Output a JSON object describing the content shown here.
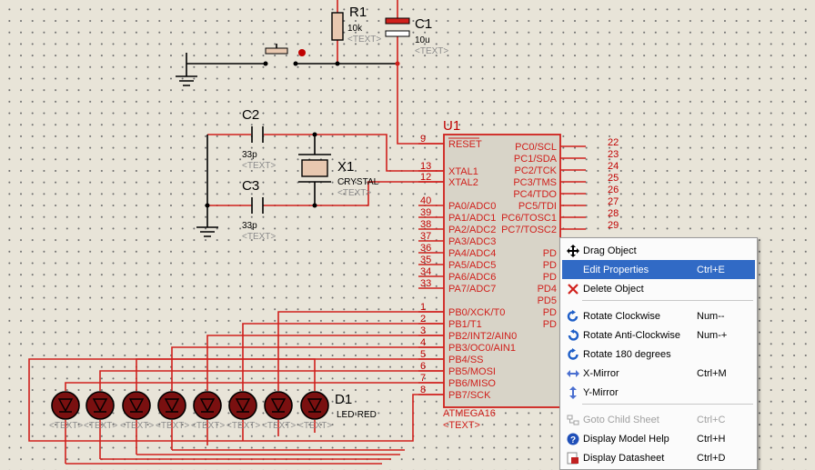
{
  "schematic": {
    "r1": {
      "ref": "R1",
      "value": "10k",
      "text": "<TEXT>"
    },
    "c1": {
      "ref": "C1",
      "value": "10u",
      "text": "<TEXT>"
    },
    "c2": {
      "ref": "C2",
      "value": "33p",
      "text": "<TEXT>"
    },
    "c3": {
      "ref": "C3",
      "value": "33p",
      "text": "<TEXT>"
    },
    "x1": {
      "ref": "X1",
      "value": "CRYSTAL",
      "text": "<TEXT>"
    },
    "d1": {
      "ref": "D1",
      "value": "LED-RED",
      "text": "<TEXT>"
    },
    "u1": {
      "ref": "U1",
      "part": "ATMEGA16",
      "text": "<TEXT>",
      "left_pins": [
        {
          "num": "9",
          "name": "RESET"
        },
        {
          "num": "13",
          "name": "XTAL1"
        },
        {
          "num": "12",
          "name": "XTAL2"
        },
        {
          "num": "40",
          "name": "PA0/ADC0"
        },
        {
          "num": "39",
          "name": "PA1/ADC1"
        },
        {
          "num": "38",
          "name": "PA2/ADC2"
        },
        {
          "num": "37",
          "name": "PA3/ADC3"
        },
        {
          "num": "36",
          "name": "PA4/ADC4"
        },
        {
          "num": "35",
          "name": "PA5/ADC5"
        },
        {
          "num": "34",
          "name": "PA6/ADC6"
        },
        {
          "num": "33",
          "name": "PA7/ADC7"
        },
        {
          "num": "1",
          "name": "PB0/XCK/T0"
        },
        {
          "num": "2",
          "name": "PB1/T1"
        },
        {
          "num": "3",
          "name": "PB2/INT2/AIN0"
        },
        {
          "num": "4",
          "name": "PB3/OC0/AIN1"
        },
        {
          "num": "5",
          "name": "PB4/SS"
        },
        {
          "num": "6",
          "name": "PB5/MOSI"
        },
        {
          "num": "7",
          "name": "PB6/MISO"
        },
        {
          "num": "8",
          "name": "PB7/SCK"
        }
      ],
      "right_pins": [
        {
          "num": "22",
          "name": "PC0/SCL"
        },
        {
          "num": "23",
          "name": "PC1/SDA"
        },
        {
          "num": "24",
          "name": "PC2/TCK"
        },
        {
          "num": "25",
          "name": "PC3/TMS"
        },
        {
          "num": "26",
          "name": "PC4/TDO"
        },
        {
          "num": "27",
          "name": "PC5/TDI"
        },
        {
          "num": "28",
          "name": "PC6/TOSC1"
        },
        {
          "num": "29",
          "name": "PC7/TOSC2"
        },
        {
          "num": "",
          "name": "PD"
        },
        {
          "num": "",
          "name": "PD"
        },
        {
          "num": "",
          "name": "PD"
        },
        {
          "num": "",
          "name": "PD4"
        },
        {
          "num": "",
          "name": "PD5"
        },
        {
          "num": "",
          "name": "PD"
        },
        {
          "num": "",
          "name": "PD"
        }
      ]
    }
  },
  "context_menu": {
    "items": [
      {
        "label": "Drag Object",
        "shortcut": "",
        "icon": "move-arrows-icon",
        "selected": false,
        "disabled": false
      },
      {
        "label": "Edit Properties",
        "shortcut": "Ctrl+E",
        "icon": "",
        "selected": true,
        "disabled": false
      },
      {
        "label": "Delete Object",
        "shortcut": "",
        "icon": "red-x-icon",
        "selected": false,
        "disabled": false
      },
      {
        "label": "Rotate Clockwise",
        "shortcut": "Num--",
        "icon": "rotate-cw-icon",
        "selected": false,
        "disabled": false
      },
      {
        "label": "Rotate Anti-Clockwise",
        "shortcut": "Num-+",
        "icon": "rotate-ccw-icon",
        "selected": false,
        "disabled": false
      },
      {
        "label": "Rotate 180 degrees",
        "shortcut": "",
        "icon": "rotate-180-icon",
        "selected": false,
        "disabled": false
      },
      {
        "label": "X-Mirror",
        "shortcut": "Ctrl+M",
        "icon": "x-mirror-icon",
        "selected": false,
        "disabled": false
      },
      {
        "label": "Y-Mirror",
        "shortcut": "",
        "icon": "y-mirror-icon",
        "selected": false,
        "disabled": false
      },
      {
        "label": "Goto Child Sheet",
        "shortcut": "Ctrl+C",
        "icon": "child-sheet-icon",
        "selected": false,
        "disabled": true
      },
      {
        "label": "Display Model Help",
        "shortcut": "Ctrl+H",
        "icon": "help-icon",
        "selected": false,
        "disabled": false
      },
      {
        "label": "Display Datasheet",
        "shortcut": "Ctrl+D",
        "icon": "datasheet-icon",
        "selected": false,
        "disabled": false
      }
    ]
  },
  "colors": {
    "wire": "#d0201c",
    "background": "#e8e4d8",
    "chip_fill": "#d8d4c8",
    "led_fill": "#7a1010",
    "selection": "#316ac5"
  }
}
